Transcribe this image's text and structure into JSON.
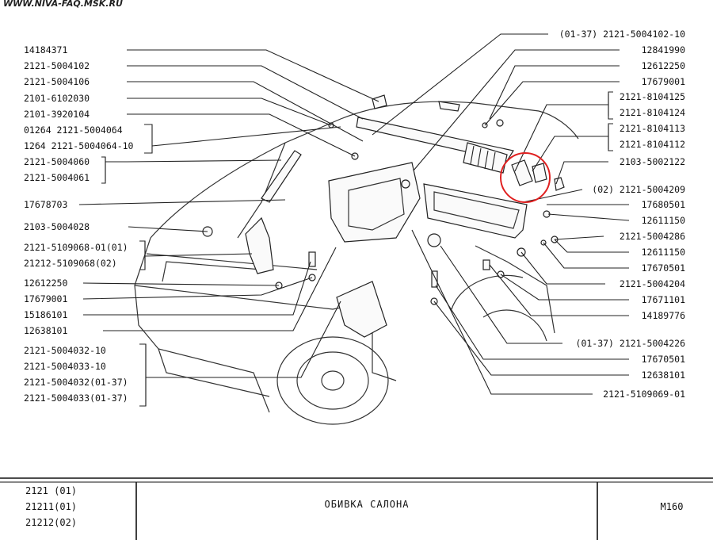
{
  "watermark": "WWW.NIVA-FAQ.MSK.RU",
  "labels_left": [
    "14184371",
    "2121-5004102",
    "2121-5004106",
    "2101-6102030",
    "2101-3920104",
    "01264 2121-5004064",
    "1264 2121-5004064-10",
    "2121-5004060",
    "2121-5004061",
    "17678703",
    "2103-5004028",
    "2121-5109068-01(01)",
    "21212-5109068(02)",
    "12612250",
    "17679001",
    "15186101",
    "12638101",
    "2121-5004032-10",
    "2121-5004033-10",
    "2121-5004032(01-37)",
    "2121-5004033(01-37)"
  ],
  "labels_right": [
    "(01-37) 2121-5004102-10",
    "12841990",
    "12612250",
    "17679001",
    "2121-8104125",
    "2121-8104124",
    "2121-8104113",
    "2121-8104112",
    "2103-5002122",
    "(02) 2121-5004209",
    "17680501",
    "12611150",
    "2121-5004286",
    "12611150",
    "17670501",
    "2121-5004204",
    "17671101",
    "14189776",
    "(01-37) 2121-5004226",
    "17670501",
    "12638101",
    "2121-5109069-01"
  ],
  "footer": {
    "models": [
      "2121 (01)",
      "21211(01)",
      "21212(02)"
    ],
    "title": "ОБИВКА САЛОНА",
    "code": "M160"
  },
  "highlight_color": "#e02020"
}
